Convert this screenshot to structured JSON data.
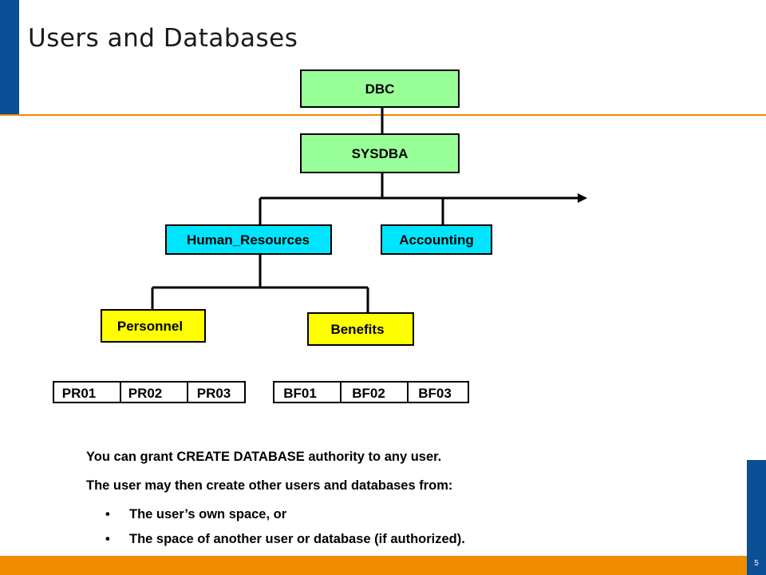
{
  "slide": {
    "title": "Users and Databases",
    "page_number": "5"
  },
  "diagram": {
    "nodes": [
      {
        "id": "dbc",
        "label": "DBC",
        "fill": "#99ff99"
      },
      {
        "id": "sysdba",
        "label": "SYSDBA",
        "fill": "#99ff99"
      },
      {
        "id": "human_resources",
        "label": "Human_Resources",
        "fill": "#00e5ff"
      },
      {
        "id": "accounting",
        "label": "Accounting",
        "fill": "#00e5ff"
      },
      {
        "id": "personnel",
        "label": "Personnel",
        "fill": "#ffff00"
      },
      {
        "id": "benefits",
        "label": "Benefits",
        "fill": "#ffff00"
      }
    ],
    "leaves": [
      "PR01",
      "PR02",
      "PR03",
      "BF01",
      "BF02",
      "BF03"
    ]
  },
  "notes": {
    "line1": "You can grant CREATE DATABASE authority to any user.",
    "line2": "The user may then create other users and databases from:",
    "bullet_symbol": "•",
    "bullets": [
      "The user’s own space, or",
      "The space of another user or database (if authorized)."
    ]
  },
  "colors": {
    "accent_blue": "#0b4f96",
    "accent_orange": "#f08c00"
  }
}
